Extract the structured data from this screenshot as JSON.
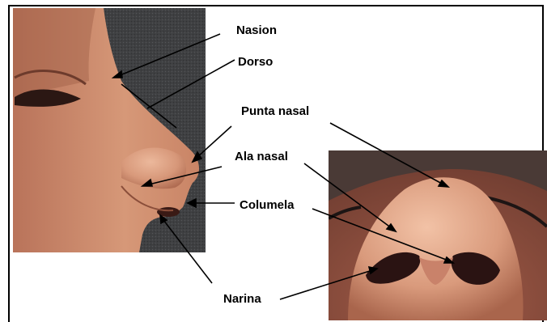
{
  "labels": {
    "nasion": "Nasion",
    "dorso": "Dorso",
    "punta_nasal": "Punta nasal",
    "ala_nasal": "Ala nasal",
    "columela": "Columela",
    "narina": "Narina"
  },
  "colors": {
    "line": "#000000",
    "profile_background": "#3c3d3f",
    "skin_light": "#e2a88a",
    "skin_mid": "#c98466",
    "skin_dark": "#8a4e3a",
    "nostril": "#2a1312"
  }
}
